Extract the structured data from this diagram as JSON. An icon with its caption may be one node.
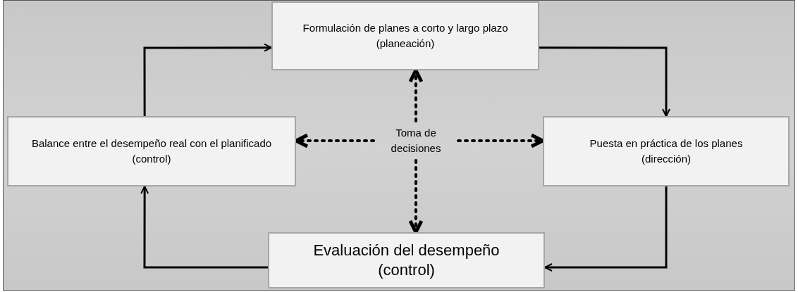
{
  "diagram": {
    "nodes": [
      {
        "text": [
          "Formulación de planes a corto y largo plazo (planeación)"
        ]
      },
      {
        "text": [
          "Balance entre el desempeño real con el planificado (control)"
        ]
      },
      {
        "text": [
          "Toma de decisiones"
        ]
      },
      {
        "text": [
          "Puesta en práctica de los planes (dirección)"
        ]
      },
      {
        "text": [
          "Evaluación del desempeño (control)"
        ]
      }
    ],
    "edges": [
      {
        "from": 1,
        "to": 0,
        "arrow": "to"
      },
      {
        "from": 0,
        "to": 3,
        "arrow": "to"
      },
      {
        "from": 3,
        "to": 4,
        "arrow": "to"
      },
      {
        "from": 4,
        "to": 1,
        "arrow": "to"
      },
      {
        "from": 2,
        "to": 0,
        "arrow": "to",
        "style": "dashed"
      },
      {
        "from": 2,
        "to": 1,
        "arrow": "to",
        "style": "dashed"
      },
      {
        "from": 2,
        "to": 3,
        "arrow": "to",
        "style": "dashed"
      },
      {
        "from": 2,
        "to": 4,
        "arrow": "to",
        "style": "dashed"
      }
    ]
  }
}
